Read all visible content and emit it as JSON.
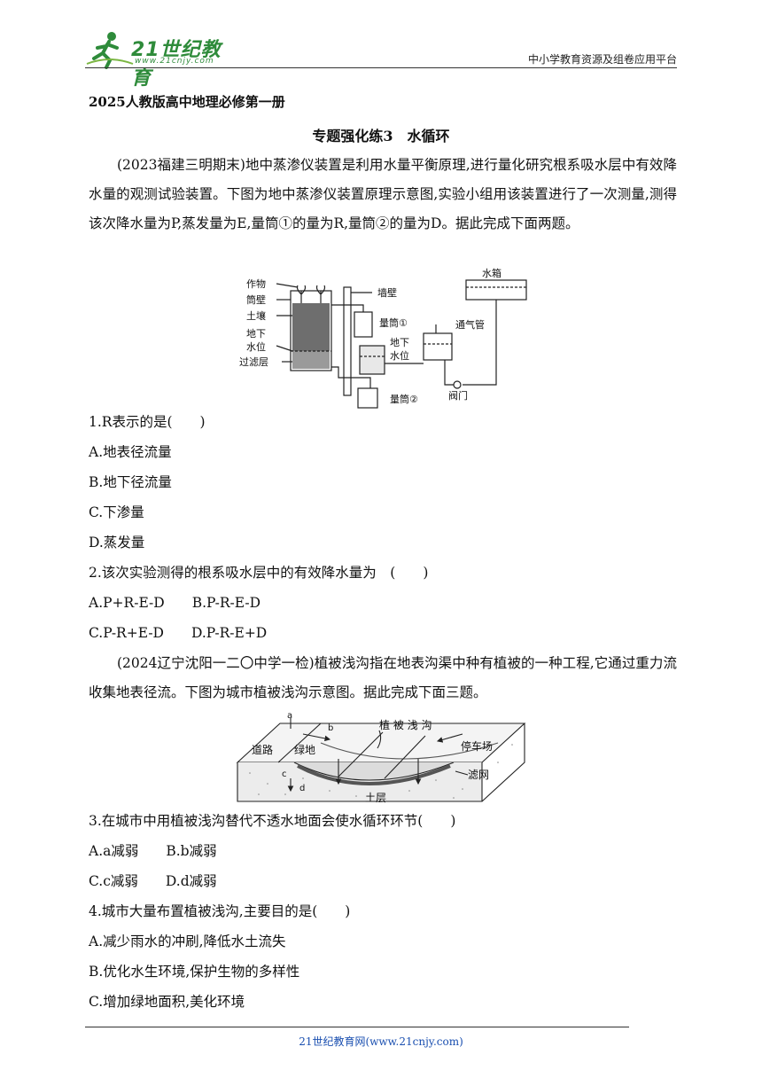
{
  "header": {
    "logo_text": "21世纪教育",
    "logo_sub": "www.21cnjy.com",
    "platform": "中小学教育资源及组卷应用平台"
  },
  "book_title": "2025人教版高中地理必修第一册",
  "section_title": "专题强化练3　水循环",
  "intro1": "(2023福建三明期末)地中蒸渗仪装置是利用水量平衡原理,进行量化研究根系吸水层中有效降水量的观测试验装置。下图为地中蒸渗仪装置原理示意图,实验小组用该装置进行了一次测量,测得该次降水量为P,蒸发量为E,量筒①的量为R,量筒②的量为D。据此完成下面两题。",
  "figure1": {
    "labels": {
      "crop": "作物",
      "wall": "筒壁",
      "soil": "土壤",
      "gw1": "地下",
      "gw2": "水位",
      "filter": "过滤层",
      "wall2": "墙壁",
      "cyl1": "量筒①",
      "tank": "水箱",
      "vent": "通气管",
      "gwr1": "地下",
      "gwr2": "水位",
      "valve": "阀门",
      "cyl2": "量筒②"
    }
  },
  "q1": {
    "stem": "1.R表示的是(　　)",
    "options": [
      "A.地表径流量",
      "B.地下径流量",
      "C.下渗量",
      "D.蒸发量"
    ]
  },
  "q2": {
    "stem": "2.该次实验测得的根系吸水层中的有效降水量为　(　　)",
    "row1": "A.P+R-E-D　　B.P-R-E-D",
    "row2": "C.P-R+E-D　　D.P-R-E+D"
  },
  "intro2": "(2024辽宁沈阳一二〇中学一检)植被浅沟指在地表沟渠中种有植被的一种工程,它通过重力流收集地表径流。下图为城市植被浅沟示意图。据此完成下面三题。",
  "figure2": {
    "labels": {
      "a": "a",
      "b": "b",
      "c": "c",
      "d": "d",
      "road": "道路",
      "green": "绿地",
      "swale": "植 被 浅 沟",
      "parking": "停车场",
      "mesh": "滤网",
      "soil": "土层"
    }
  },
  "q3": {
    "stem": "3.在城市中用植被浅沟替代不透水地面会使水循环环节(　　)",
    "row1": "A.a减弱　　B.b减弱",
    "row2": "C.c减弱　　D.d减弱"
  },
  "q4": {
    "stem": "4.城市大量布置植被浅沟,主要目的是(　　)",
    "options": [
      "A.减少雨水的冲刷,降低水土流失",
      "B.优化水生环境,保护生物的多样性",
      "C.增加绿地面积,美化环境"
    ]
  },
  "footer": "21世纪教育网(www.21cnjy.com)"
}
